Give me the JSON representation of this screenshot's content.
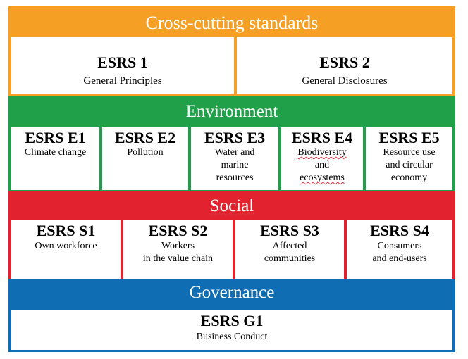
{
  "cross_cutting": {
    "title": "Cross-cutting standards",
    "items": [
      {
        "code": "ESRS 1",
        "name_lines": [
          "General Principles"
        ]
      },
      {
        "code": "ESRS 2",
        "name_lines": [
          "General Disclosures"
        ]
      }
    ]
  },
  "environment": {
    "title": "Environment",
    "items": [
      {
        "code": "ESRS E1",
        "name_lines": [
          "Climate change"
        ]
      },
      {
        "code": "ESRS E2",
        "name_lines": [
          "Pollution"
        ]
      },
      {
        "code": "ESRS E3",
        "name_lines": [
          "Water and",
          "marine",
          "resources"
        ]
      },
      {
        "code": "ESRS E4",
        "name_lines": [
          "Biodiversity",
          "and",
          "ecosystems"
        ]
      },
      {
        "code": "ESRS E5",
        "name_lines": [
          "Resource use",
          "and circular",
          "economy"
        ]
      }
    ]
  },
  "social": {
    "title": "Social",
    "items": [
      {
        "code": "ESRS S1",
        "name_lines": [
          "Own workforce"
        ]
      },
      {
        "code": "ESRS S2",
        "name_lines": [
          "Workers",
          "in the value chain"
        ]
      },
      {
        "code": "ESRS S3",
        "name_lines": [
          "Affected",
          "communities"
        ]
      },
      {
        "code": "ESRS S4",
        "name_lines": [
          "Consumers",
          "and end-users"
        ]
      }
    ]
  },
  "governance": {
    "title": "Governance",
    "items": [
      {
        "code": "ESRS G1",
        "name_lines": [
          "Business Conduct"
        ]
      }
    ]
  },
  "colors": {
    "cross_cutting": "#f5a024",
    "environment": "#21a04a",
    "social": "#e2232f",
    "governance": "#0f6eb3"
  }
}
